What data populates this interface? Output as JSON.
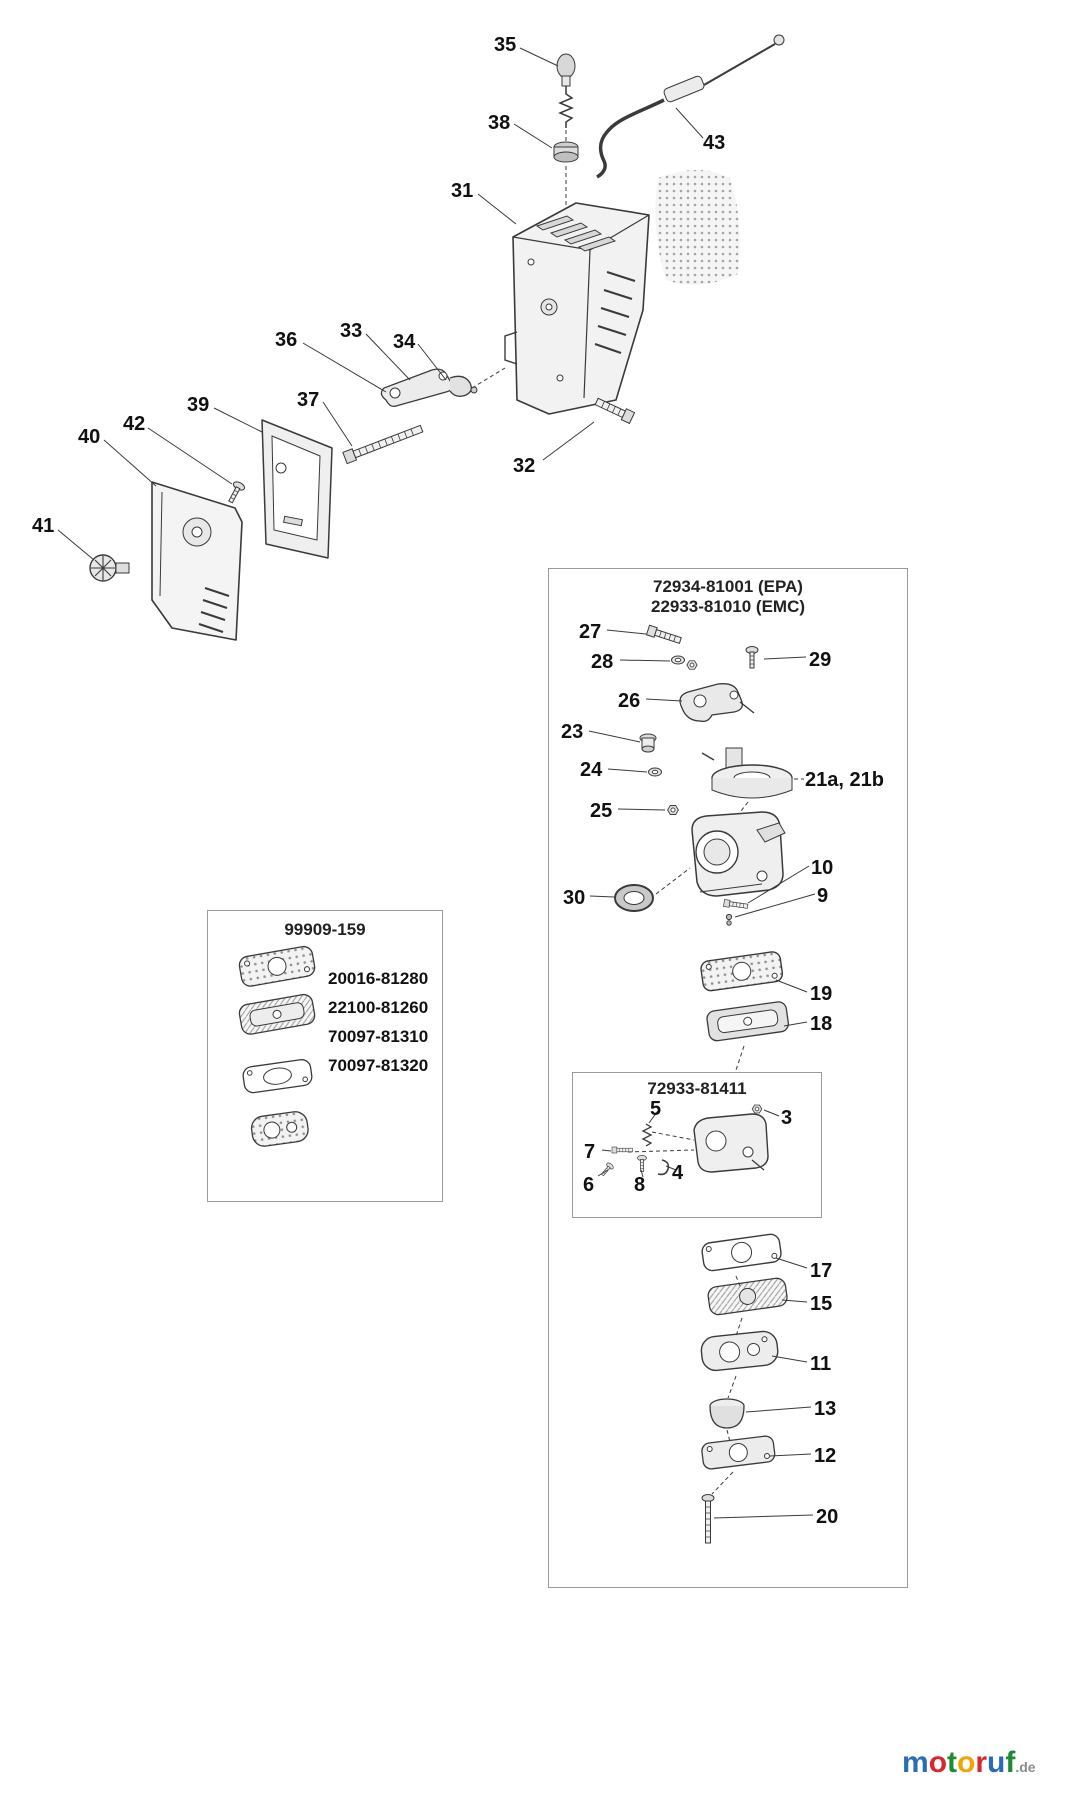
{
  "callouts": [
    {
      "label": "35"
    },
    {
      "label": "38"
    },
    {
      "label": "43"
    },
    {
      "label": "31"
    },
    {
      "label": "36"
    },
    {
      "label": "33"
    },
    {
      "label": "34"
    },
    {
      "label": "39"
    },
    {
      "label": "37"
    },
    {
      "label": "40"
    },
    {
      "label": "42"
    },
    {
      "label": "41"
    },
    {
      "label": "32"
    },
    {
      "label": "27"
    },
    {
      "label": "28"
    },
    {
      "label": "29"
    },
    {
      "label": "26"
    },
    {
      "label": "23"
    },
    {
      "label": "24"
    },
    {
      "label": "21a, 21b"
    },
    {
      "label": "25"
    },
    {
      "label": "30"
    },
    {
      "label": "10"
    },
    {
      "label": "9"
    },
    {
      "label": "19"
    },
    {
      "label": "18"
    },
    {
      "label": "5"
    },
    {
      "label": "3"
    },
    {
      "label": "7"
    },
    {
      "label": "8"
    },
    {
      "label": "6"
    },
    {
      "label": "4"
    },
    {
      "label": "17"
    },
    {
      "label": "15"
    },
    {
      "label": "11"
    },
    {
      "label": "13"
    },
    {
      "label": "12"
    },
    {
      "label": "20"
    }
  ],
  "boxes": {
    "carb_assembly": {
      "line1": "72934-81001 (EPA)",
      "line2": "22933-81010 (EMC)"
    },
    "carb_sub_assembly": {
      "title": "72933-81411"
    },
    "gasket_kit": {
      "title": "99909-159",
      "part_numbers": [
        "20016-81280",
        "22100-81260",
        "70097-81310",
        "70097-81320"
      ]
    }
  },
  "watermark": {
    "letters": [
      {
        "ch": "m",
        "color": "#2a6db4"
      },
      {
        "ch": "o",
        "color": "#d7282f"
      },
      {
        "ch": "t",
        "color": "#1d8a34"
      },
      {
        "ch": "o",
        "color": "#f0a500"
      },
      {
        "ch": "r",
        "color": "#d7282f"
      },
      {
        "ch": "u",
        "color": "#2a6db4"
      },
      {
        "ch": "f",
        "color": "#1d8a34"
      }
    ],
    "suffix": ".de",
    "suffix_color": "#8c8c8c"
  },
  "colors": {
    "line": "#3a3a3a",
    "box_border": "#9a9a9a",
    "label": "#111111"
  }
}
